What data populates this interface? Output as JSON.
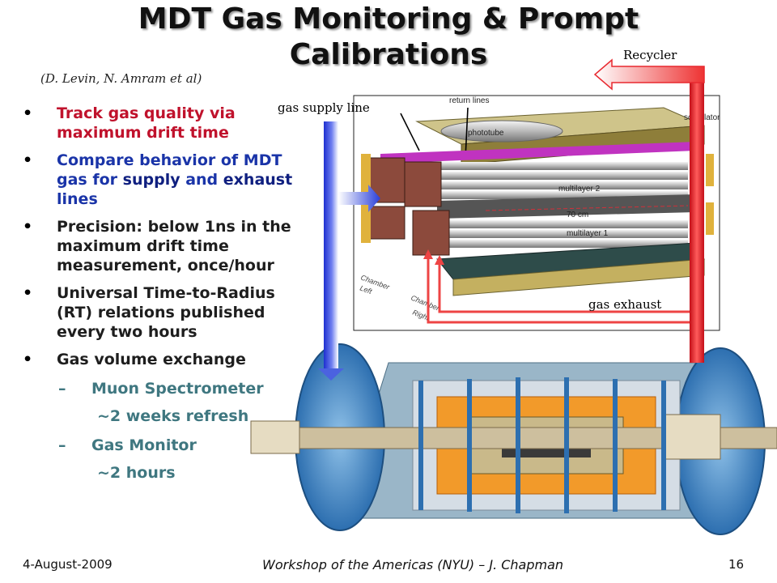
{
  "title_line1": "MDT Gas Monitoring & Prompt",
  "title_line2": "Calibrations",
  "authors": "(D. Levin, N. Amram et al)",
  "bullets": {
    "b1": "Track gas quality via maximum drift time",
    "b2_pre": "Compare behavior of MDT gas for ",
    "b2_supply": "supply",
    "b2_mid": " and ",
    "b2_exhaust": "exhaust",
    "b2_post": " lines",
    "b3": "Precision: below 1ns in the maximum drift time measurement, once/hour",
    "b4": "Universal Time-to-Radius (RT) relations published every two hours",
    "b5": "Gas volume exchange",
    "s1": "Muon Spectrometer",
    "s1_detail": "~2 weeks refresh",
    "s2": "Gas Monitor",
    "s2_detail": "~2 hours"
  },
  "diagram": {
    "recycler": "Recycler",
    "gas_supply_line": "gas supply line",
    "gas_exhaust": "gas exhaust",
    "return_lines": "return lines",
    "phototube": "phototube",
    "scintillator": "scintillator",
    "multilayer2": "multilayer 2",
    "multilayer1": "multilayer 1",
    "width_70cm": "70 cm",
    "chamber_left_1": "Chamber",
    "chamber_left_2": "Left",
    "chamber_right_1": "Chamber",
    "chamber_right_2": "Right"
  },
  "footer": {
    "date": "4-August-2009",
    "center": "Workshop of the Americas (NYU) – J. Chapman",
    "page": "16"
  },
  "colors": {
    "title_red": "#c0122c",
    "blue": "#1a34a8",
    "teal": "#3f7780",
    "arrow_red": "#e8282f",
    "arrow_blue": "#2a3fd9"
  }
}
